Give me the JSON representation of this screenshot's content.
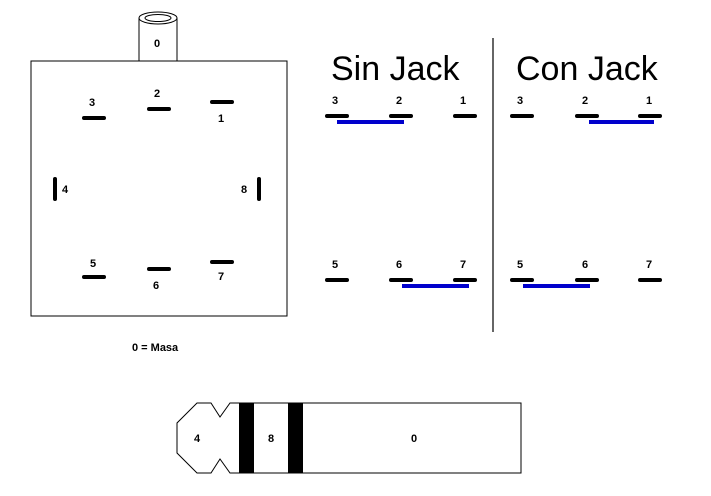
{
  "connector": {
    "tube_label": "0",
    "pins": {
      "p1": "1",
      "p2": "2",
      "p3": "3",
      "p4": "4",
      "p5": "5",
      "p6": "6",
      "p7": "7",
      "p8": "8"
    },
    "note": "0 = Masa"
  },
  "sin_jack": {
    "title": "Sin Jack",
    "labels": {
      "l3": "3",
      "l2": "2",
      "l1": "1",
      "l5": "5",
      "l6": "6",
      "l7": "7"
    },
    "bridges": [
      "3-2",
      "6-7"
    ]
  },
  "con_jack": {
    "title": "Con Jack",
    "labels": {
      "l3": "3",
      "l2": "2",
      "l1": "1",
      "l5": "5",
      "l6": "6",
      "l7": "7"
    },
    "bridges": [
      "2-1",
      "5-6"
    ]
  },
  "plug": {
    "tip_label": "4",
    "ring_label": "8",
    "sleeve_label": "0"
  },
  "colors": {
    "line": "#000000",
    "bridge": "#0000cc",
    "background": "#ffffff"
  }
}
